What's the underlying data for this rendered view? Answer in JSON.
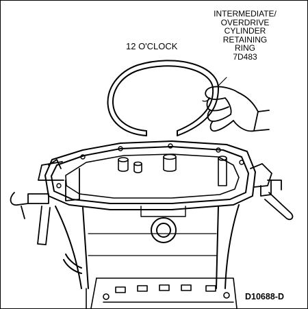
{
  "callout": {
    "lines": [
      "INTERMEDIATE/",
      "OVERDRIVE",
      "CYLINDER",
      "RETAINING",
      "RING",
      "7D483"
    ]
  },
  "position_label": "12 O'CLOCK",
  "figure_code": "D10688-D"
}
